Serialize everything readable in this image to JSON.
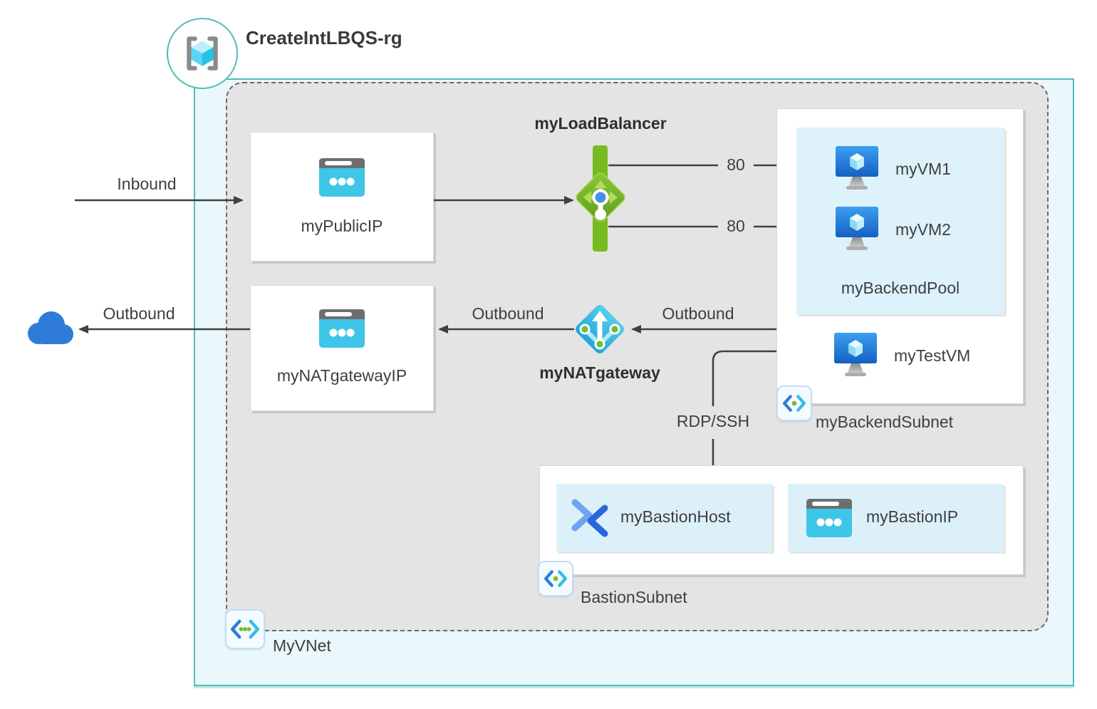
{
  "title": "CreateIntLBQS-rg",
  "colors": {
    "container_border": "#52BDB5",
    "container_fill": "#EAF7FB",
    "vnet_fill": "#E4E4E4",
    "vnet_border": "#6B6B6B",
    "subnet_card_fill": "#DCF0F9",
    "load_balancer_green": "#76BC21",
    "nat_gateway_cyan": "#2FB3DE",
    "public_ip_cyan": "#3EC6E8",
    "vm_blue": "#1E6FD0",
    "cloud_blue": "#2E7CD8",
    "dot_green": "#76BC2D",
    "arrow_gray": "#404040"
  },
  "nodes": {
    "public_ip": {
      "label": "myPublicIP",
      "icon": "public-ip-icon"
    },
    "load_balancer": {
      "label": "myLoadBalancer",
      "icon": "load-balancer-icon"
    },
    "nat_gateway": {
      "label": "myNATgateway",
      "icon": "nat-gateway-icon"
    },
    "nat_gateway_ip": {
      "label": "myNATgatewayIP",
      "icon": "public-ip-icon"
    },
    "vm1": {
      "label": "myVM1",
      "icon": "virtual-machine-icon"
    },
    "vm2": {
      "label": "myVM2",
      "icon": "virtual-machine-icon"
    },
    "backend_pool": {
      "label": "myBackendPool"
    },
    "test_vm": {
      "label": "myTestVM",
      "icon": "virtual-machine-icon"
    },
    "backend_subnet": {
      "label": "myBackendSubnet",
      "icon": "subnet-icon"
    },
    "bastion_host": {
      "label": "myBastionHost",
      "icon": "bastion-icon"
    },
    "bastion_ip": {
      "label": "myBastionIP",
      "icon": "public-ip-icon"
    },
    "bastion_subnet": {
      "label": "BastionSubnet",
      "icon": "subnet-icon"
    },
    "vnet": {
      "label": "MyVNet",
      "icon": "virtual-network-icon"
    },
    "internet": {
      "icon": "cloud-icon"
    }
  },
  "flows": {
    "inbound": "Inbound",
    "outbound_to_internet": "Outbound",
    "outbound_nat_to_ip": "Outbound",
    "outbound_subnet_to_nat": "Outbound",
    "rdp_ssh": "RDP/SSH",
    "port_vm1": "80",
    "port_vm2": "80"
  }
}
